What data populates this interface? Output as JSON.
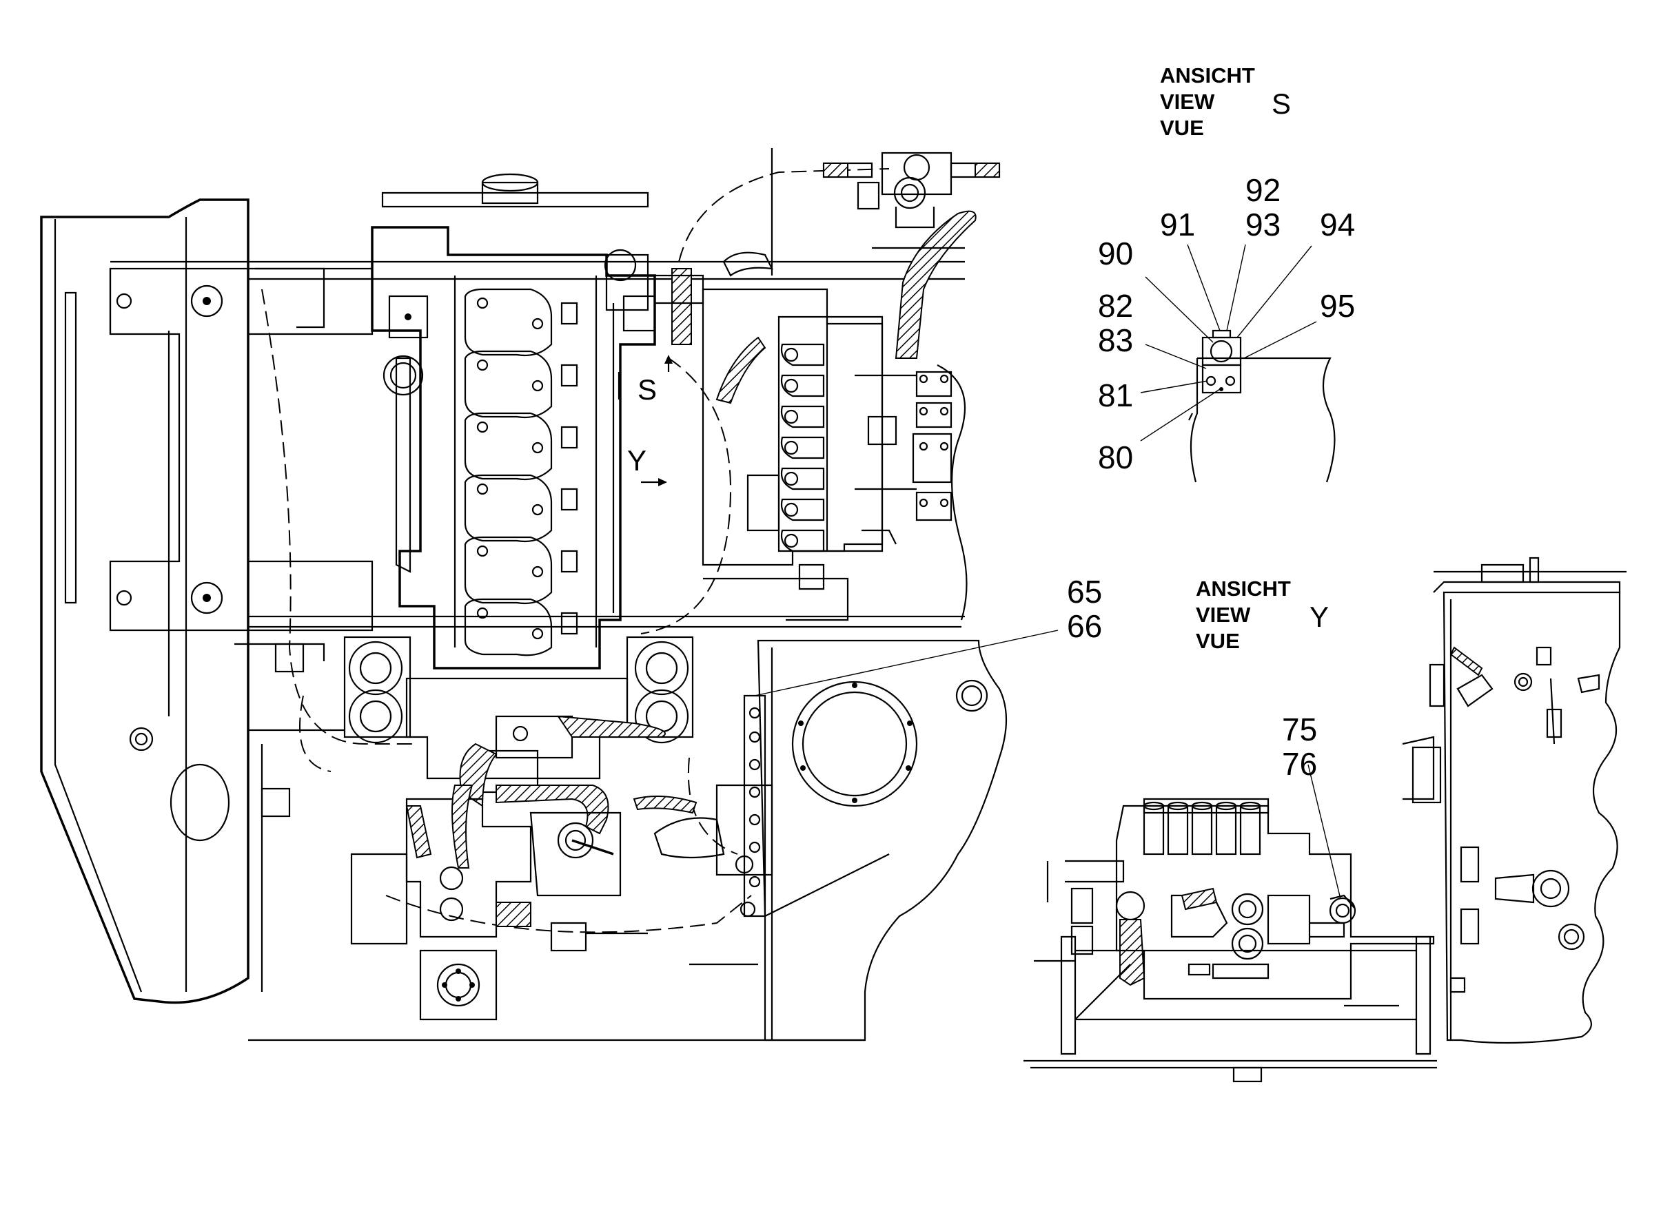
{
  "view_s": {
    "title_lines": [
      "ANSICHT",
      "VIEW",
      "VUE"
    ],
    "letter": "S"
  },
  "view_y": {
    "title_lines": [
      "ANSICHT",
      "VIEW",
      "VUE"
    ],
    "letter": "Y"
  },
  "main_view": {
    "marker_s": "S",
    "marker_y": "Y"
  },
  "callouts": {
    "c92": "92",
    "c93": "93",
    "c91": "91",
    "c94": "94",
    "c90": "90",
    "c82": "82",
    "c83": "83",
    "c95": "95",
    "c81": "81",
    "c80": "80",
    "c65": "65",
    "c66": "66",
    "c75": "75",
    "c76": "76"
  }
}
